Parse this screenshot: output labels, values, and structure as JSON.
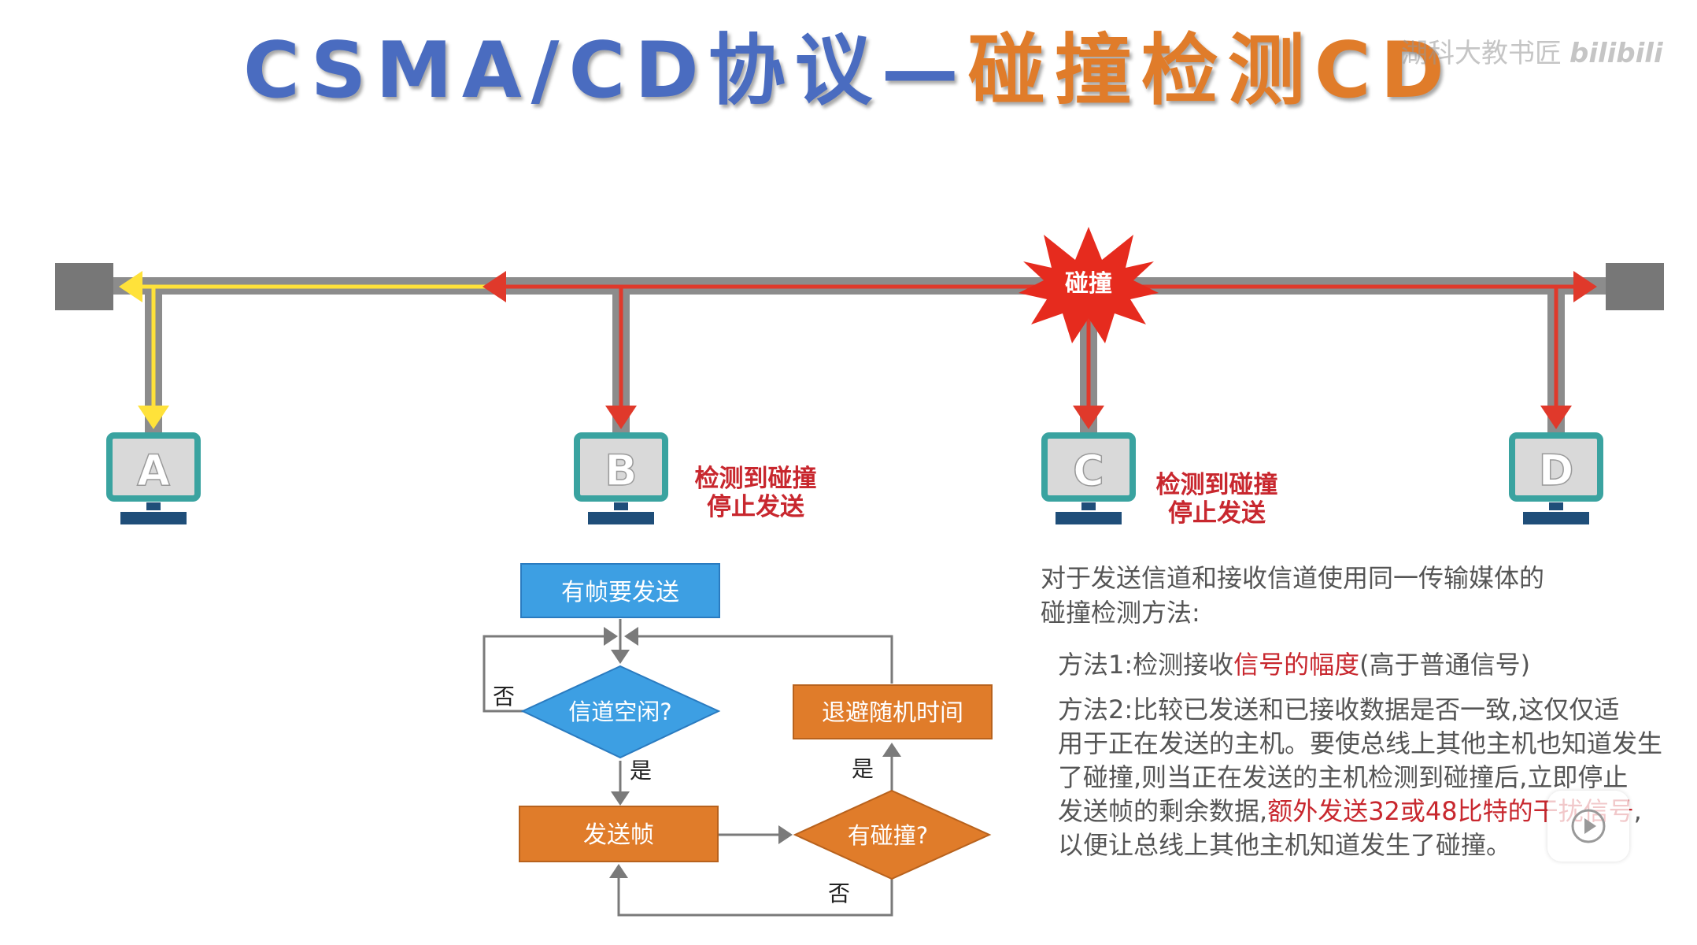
{
  "title": {
    "part1": "CSMA/CD协议—",
    "part2": "碰撞检测CD"
  },
  "watermark": {
    "text": "湖科大教书匠",
    "logo": "bilibili"
  },
  "bus": {
    "collision_label": "碰撞",
    "stations": [
      {
        "label": "A"
      },
      {
        "label": "B",
        "note_line1": "检测到碰撞",
        "note_line2": "停止发送"
      },
      {
        "label": "C",
        "note_line1": "检测到碰撞",
        "note_line2": "停止发送"
      },
      {
        "label": "D"
      }
    ]
  },
  "flowchart": {
    "start": "有帧要发送",
    "idle_check": "信道空闲?",
    "send": "发送帧",
    "collision_check": "有碰撞?",
    "backoff": "退避随机时间",
    "no1": "否",
    "yes1": "是",
    "yes2": "是",
    "no2": "否"
  },
  "explanation": {
    "intro_line1": "对于发送信道和接收信道使用同一传输媒体的",
    "intro_line2": "碰撞检测方法:",
    "m1_prefix": "方法1:检测接收",
    "m1_highlight": "信号的幅度",
    "m1_suffix": "(高于普通信号)",
    "m2_line1": "方法2:比较已发送和已接收数据是否一致,这仅仅适",
    "m2_line2": "用于正在发送的主机。要使总线上其他主机也知道发生",
    "m2_line3": "了碰撞,则当正在发送的主机检测到碰撞后,立即停止",
    "m2_line4_prefix": "发送帧的剩余数据,",
    "m2_line4_highlight": "额外发送32或48比特的干扰信号",
    "m2_line4_suffix": ",",
    "m2_line5": "以便让总线上其他主机知道发生了碰撞。"
  },
  "colors": {
    "title_blue": "#4a6cc0",
    "title_orange": "#e07c2a",
    "bus_gray": "#8c8c8c",
    "signal_red": "#e0392b",
    "signal_yellow": "#ffe23a",
    "monitor_teal": "#3aa3a0",
    "flow_blue": "#3d9fe3",
    "flow_orange": "#e07c2a",
    "note_red": "#c8272e"
  }
}
